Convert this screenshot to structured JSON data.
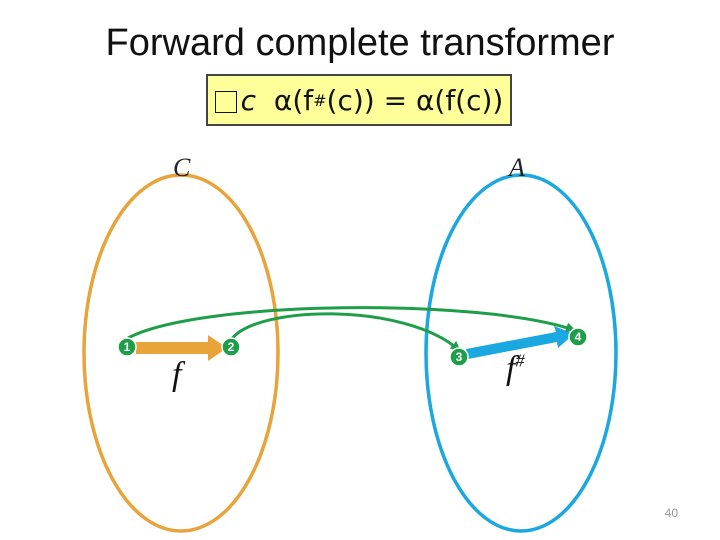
{
  "title": "Forward complete transformer",
  "formula": {
    "var": "c",
    "lhs_prefix": "α(f",
    "lhs_sup": "#",
    "lhs_suffix": "(c)) = α(f(c))"
  },
  "sets": {
    "concrete": "C",
    "abstract": "A"
  },
  "functions": {
    "concrete": "f",
    "abstract_base": "f",
    "abstract_sup": "#"
  },
  "markers": [
    "1",
    "2",
    "3",
    "4"
  ],
  "colors": {
    "concrete_set": "#E8A33A",
    "abstract_set": "#1BA7DF",
    "alpha_arrow": "#1E9E48",
    "box_fill": "#FFFF99"
  },
  "page_number": "40"
}
